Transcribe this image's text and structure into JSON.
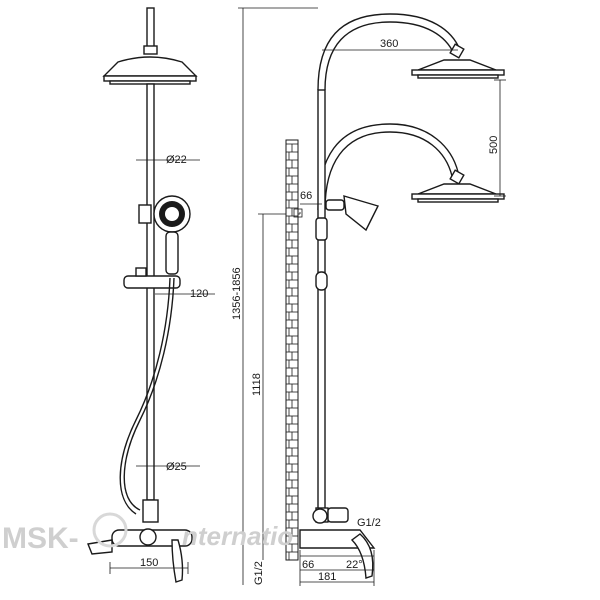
{
  "watermark": {
    "brand": "MSK-",
    "suffix": "nternatio"
  },
  "dimensions": {
    "pipe_top_diameter": "Ø22",
    "pipe_bottom_diameter": "Ø25",
    "holder_offset": "120",
    "base_width": "150",
    "total_height": "1356-1856",
    "mixer_height": "1118",
    "arm_reach": "360",
    "head_drop": "500",
    "hand_arm": "66",
    "inlet_top": "G1/2",
    "inlet_left": "G1/2",
    "inlet_spacing": "66",
    "spout_angle": "22°",
    "mixer_depth": "181"
  }
}
